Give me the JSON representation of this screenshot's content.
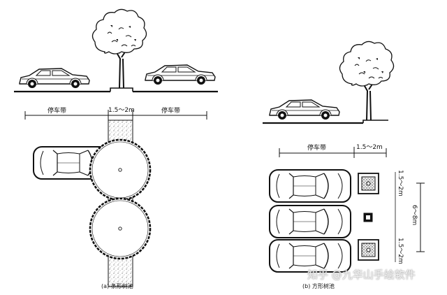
{
  "left_panel": {
    "parking_band_left_label": "停车带",
    "tree_strip_width_label": "1.5～2m",
    "parking_band_right_label": "停车带",
    "caption": "(a) 条形树池"
  },
  "right_panel": {
    "parking_band_label": "停车带",
    "tree_pit_width_label": "1.5～2m",
    "pit_size_label_top": "1.5～2m",
    "pit_size_label_bottom": "1.5～2m",
    "tree_spacing_label": "6～8m",
    "caption": "(b) 方形树池"
  },
  "watermark": "知乎 @九华山手绘软件"
}
